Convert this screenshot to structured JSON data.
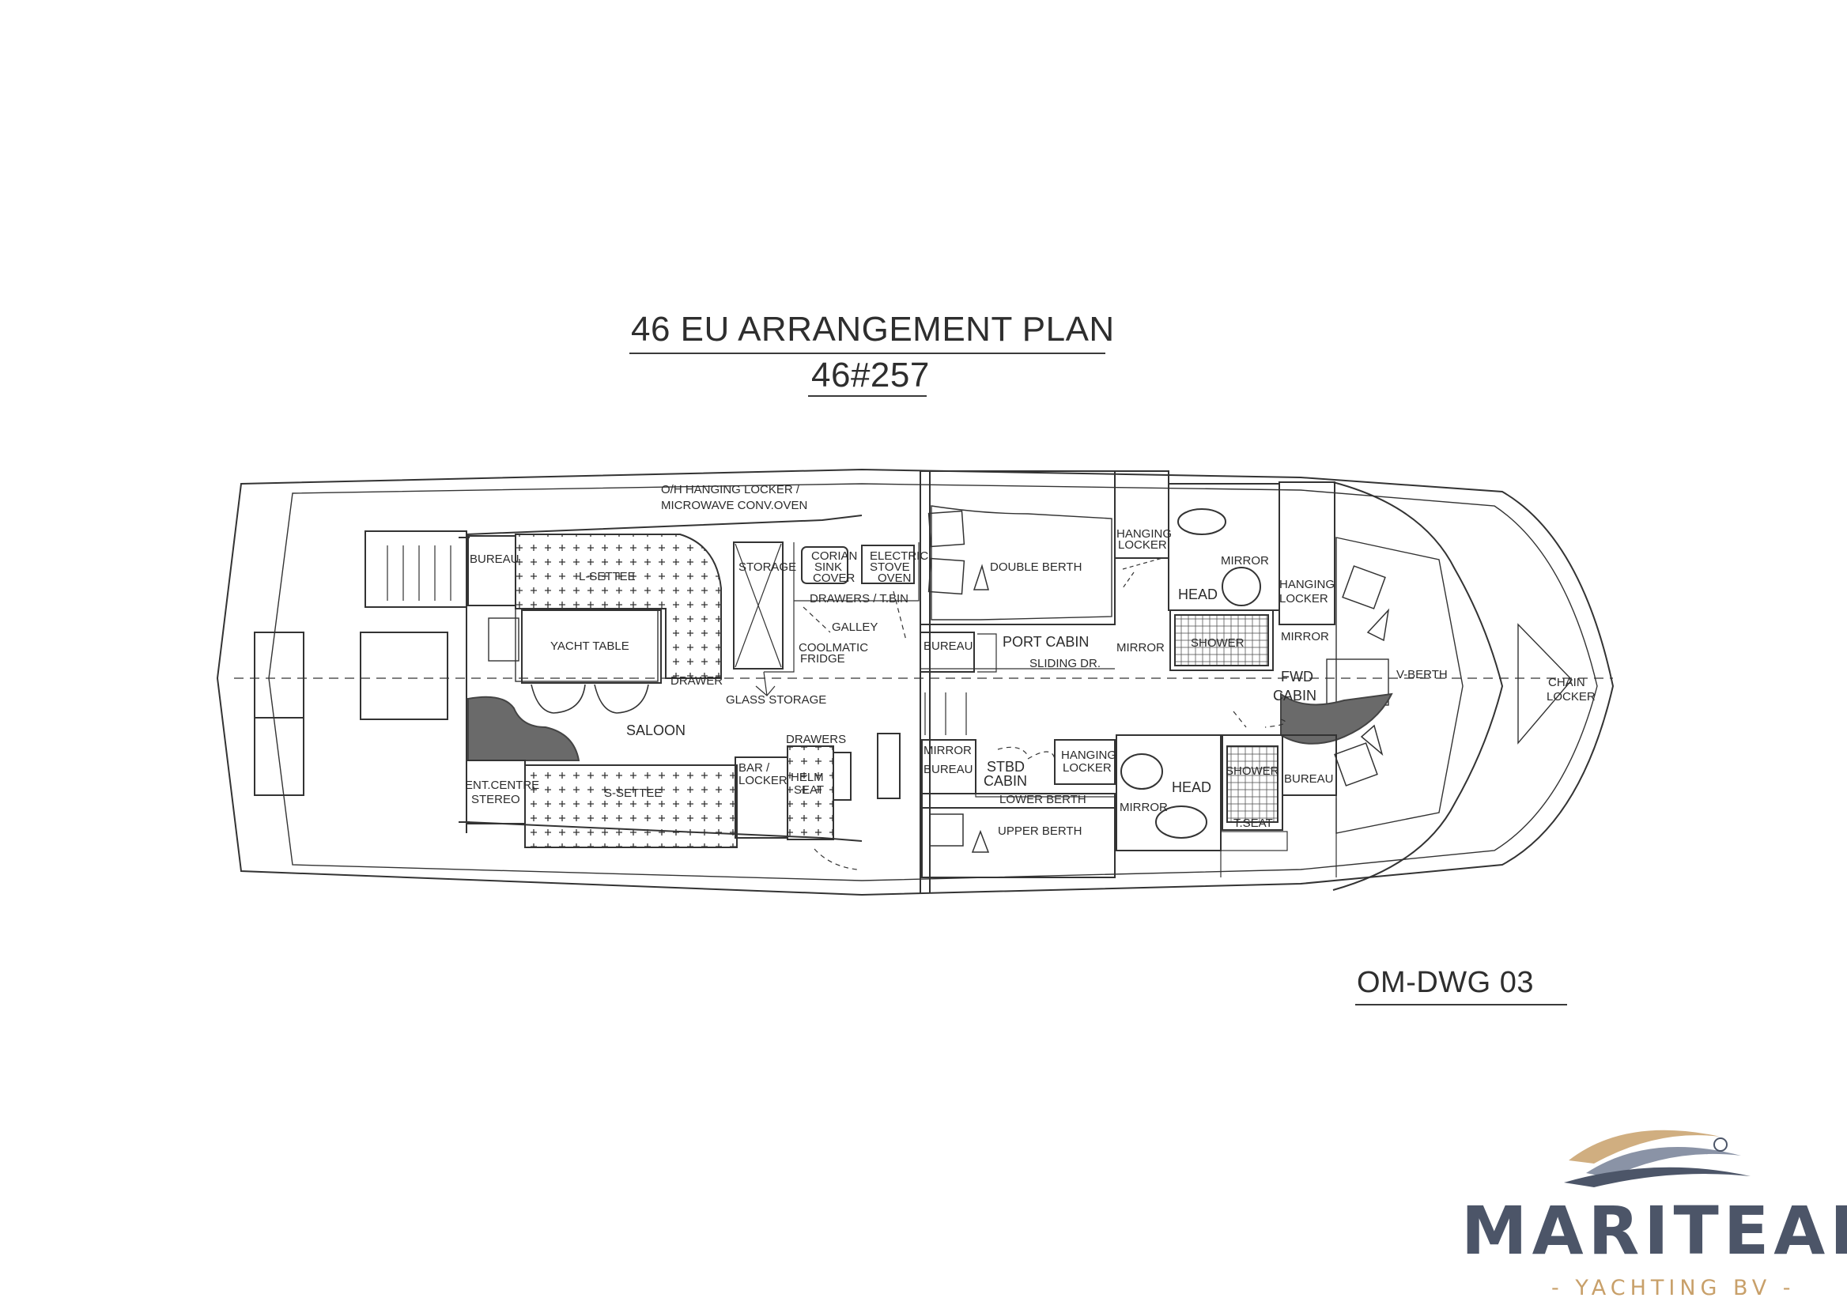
{
  "title": "46 EU ARRANGEMENT PLAN",
  "subtitle": "46#257",
  "drawing_number": "OM-DWG 03",
  "brand": {
    "name": "MARITEAM",
    "tagline": "- YACHTING BV -",
    "colors": {
      "name": "#4c5568",
      "accent": "#c8a06a"
    }
  },
  "labels": {
    "oh_locker": "O/H HANGING LOCKER /",
    "microwave": "MICROWAVE CONV.OVEN",
    "bureau": "BUREAU",
    "l_settee": "L-SETTEE",
    "storage": "STORAGE",
    "corian1": "CORIAN",
    "corian2": "SINK",
    "corian3": "COVER",
    "stove1": "ELECTRIC",
    "stove2": "STOVE",
    "stove3": "OVEN",
    "drawers_tbin": "DRAWERS / T.BIN",
    "galley": "GALLEY",
    "coolmatic1": "COOLMATIC",
    "coolmatic2": "FRIDGE",
    "yacht_table": "YACHT TABLE",
    "drawer": "DRAWER",
    "glass_storage": "GLASS STORAGE",
    "saloon": "SALOON",
    "drawers": "DRAWERS",
    "bar1": "BAR /",
    "bar2": "LOCKER",
    "helm1": "HELM",
    "helm2": "SEAT",
    "ent1": "ENT.CENTRE",
    "ent2": "STEREO",
    "s_settee": "S-SETTEE",
    "double_berth": "DOUBLE BERTH",
    "port_bureau": "BUREAU",
    "port_cabin": "PORT CABIN",
    "sliding": "SLIDING DR.",
    "hanging1": "HANGING",
    "hanging2": "LOCKER",
    "head": "HEAD",
    "mirror": "MIRROR",
    "shower": "SHOWER",
    "fwd1": "FWD",
    "fwd2": "CABIN",
    "v_berth": "V-BERTH",
    "chain1": "CHAIN",
    "chain2": "LOCKER",
    "stbd1": "STBD",
    "stbd2": "CABIN",
    "lower_berth": "LOWER BERTH",
    "upper_berth": "UPPER BERTH",
    "t_seat": "T.SEAT"
  }
}
